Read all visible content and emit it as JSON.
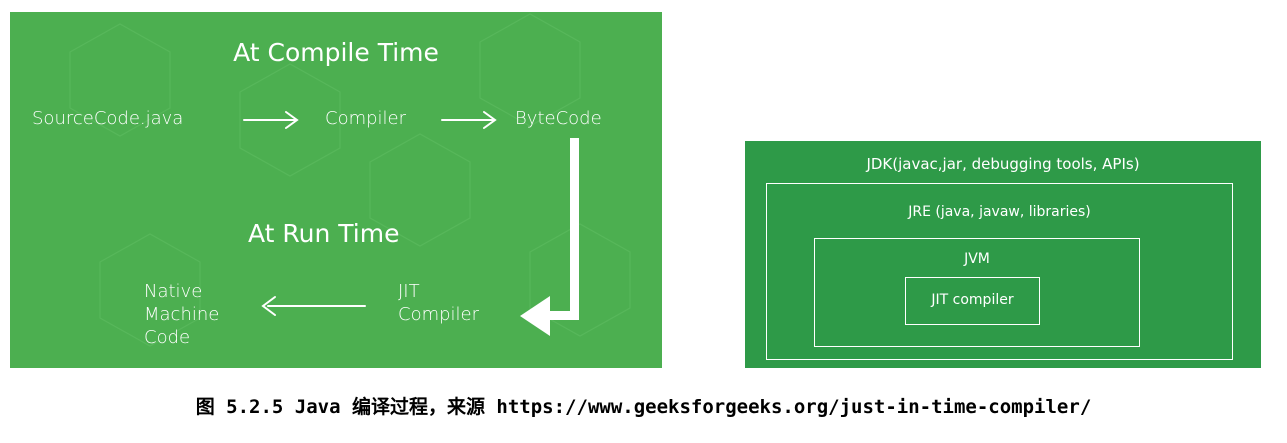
{
  "left_diagram": {
    "compile_title": "At Compile Time",
    "run_title": "At Run Time",
    "source": "SourceCode.java",
    "compiler": "Compiler",
    "bytecode": "ByteCode",
    "jit": "JIT\nCompiler",
    "native": "Native\nMachine\nCode",
    "colors": {
      "background": "#4caf50",
      "foreground": "#ffffff"
    }
  },
  "right_diagram": {
    "jdk": "JDK(javac,jar, debugging tools, APIs)",
    "jre": "JRE (java, javaw, libraries)",
    "jvm": "JVM",
    "jit": "JIT compiler",
    "colors": {
      "background": "#2e9a48",
      "foreground": "#ffffff"
    }
  },
  "caption": "图 5.2.5 Java 编译过程，来源 https://www.geeksforgeeks.org/just-in-time-compiler/"
}
